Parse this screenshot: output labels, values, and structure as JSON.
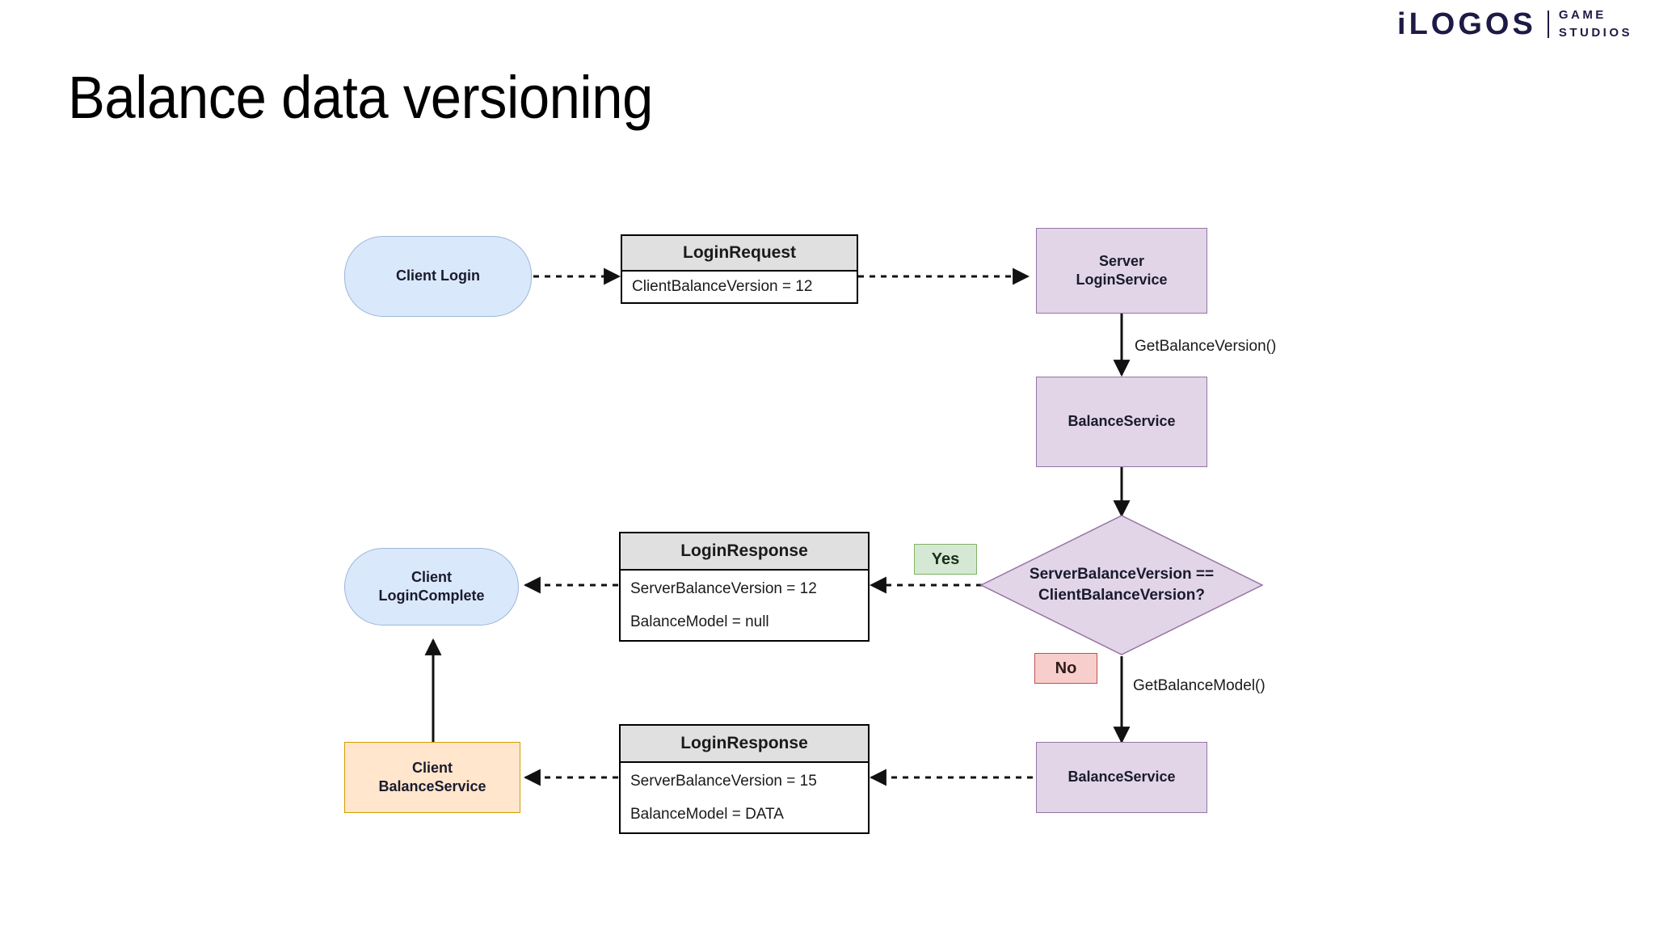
{
  "brand": {
    "name": "iLOGOS",
    "sub_line1": "GAME",
    "sub_line2": "STUDIOS",
    "color": "#1d1b45"
  },
  "slide": {
    "title": "Balance data versioning"
  },
  "diagram": {
    "type": "flowchart",
    "nodes": {
      "client_login": {
        "label_line1": "Client Login",
        "shape": "terminator",
        "fill": "#dae8fc",
        "stroke": "#9cb6d8"
      },
      "login_request": {
        "title": "LoginRequest",
        "rows": [
          "ClientBalanceVersion = 12"
        ],
        "header_fill": "#e0e0e0",
        "body_fill": "#ffffff"
      },
      "server_login_service": {
        "label_line1": "Server",
        "label_line2": "LoginService",
        "fill": "#e1d5e7",
        "stroke": "#9673a6"
      },
      "balance_service_top": {
        "label_line1": "BalanceService",
        "fill": "#e1d5e7",
        "stroke": "#9673a6"
      },
      "decision": {
        "label_line1": "ServerBalanceVersion ==",
        "label_line2": "ClientBalanceVersion?",
        "fill": "#e1d5e7",
        "stroke": "#9673a6"
      },
      "login_response_yes": {
        "title": "LoginResponse",
        "rows": [
          "ServerBalanceVersion = 12",
          "BalanceModel = null"
        ]
      },
      "client_login_complete": {
        "label_line1": "Client",
        "label_line2": "LoginComplete",
        "shape": "terminator",
        "fill": "#dae8fc",
        "stroke": "#9cb6d8"
      },
      "login_response_no": {
        "title": "LoginResponse",
        "rows": [
          "ServerBalanceVersion = 15",
          "BalanceModel = DATA"
        ]
      },
      "balance_service_bottom": {
        "label_line1": "BalanceService",
        "fill": "#e1d5e7",
        "stroke": "#9673a6"
      },
      "client_balance_service": {
        "label_line1": "Client",
        "label_line2": "BalanceService",
        "fill": "#ffe6cc",
        "stroke": "#d79b00"
      }
    },
    "badges": {
      "yes": {
        "label": "Yes",
        "fill": "#d5e8d4",
        "stroke": "#82b366"
      },
      "no": {
        "label": "No",
        "fill": "#f8cecc",
        "stroke": "#b85450"
      }
    },
    "edge_labels": {
      "get_balance_version": "GetBalanceVersion()",
      "get_balance_model": "GetBalanceModel()"
    }
  }
}
